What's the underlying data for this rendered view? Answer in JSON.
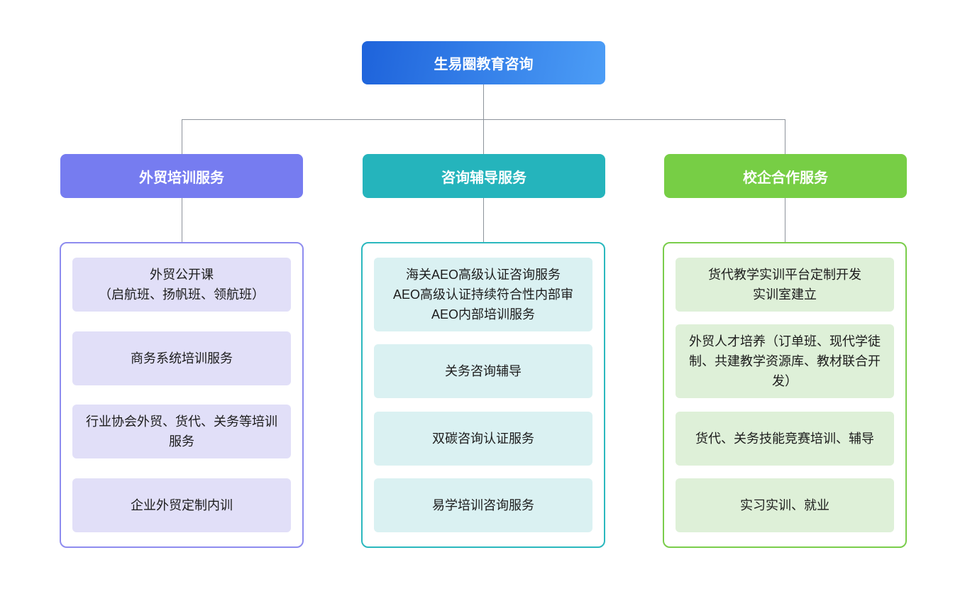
{
  "root": {
    "label": "生易圈教育咨询",
    "colors": {
      "gradient_from": "#1e63db",
      "gradient_to": "#4c9df6"
    }
  },
  "connector_color": "#8d939b",
  "branches": [
    {
      "label": "外贸培训服务",
      "colors": {
        "header": "#767cf0",
        "container_border": "#8e8cef",
        "item_bg": "#e1dff8"
      },
      "items": [
        "外贸公开课\n（启航班、扬帆班、领航班）",
        "商务系统培训服务",
        "行业协会外贸、货代、关务等培训服务",
        "企业外贸定制内训"
      ]
    },
    {
      "label": "咨询辅导服务",
      "colors": {
        "header": "#25b4bc",
        "container_border": "#2bb8be",
        "item_bg": "#daf1f2"
      },
      "items": [
        "海关AEO高级认证咨询服务\nAEO高级认证持续符合性内部审\nAEO内部培训服务",
        "关务咨询辅导",
        "双碳咨询认证服务",
        "易学培训咨询服务"
      ]
    },
    {
      "label": "校企合作服务",
      "colors": {
        "header": "#77ce45",
        "container_border": "#7acd4b",
        "item_bg": "#def0d8"
      },
      "items": [
        "货代教学实训平台定制开发\n实训室建立",
        "外贸人才培养（订单班、现代学徒制、共建教学资源库、教材联合开发）",
        "货代、关务技能竞赛培训、辅导",
        "实习实训、就业"
      ]
    }
  ]
}
